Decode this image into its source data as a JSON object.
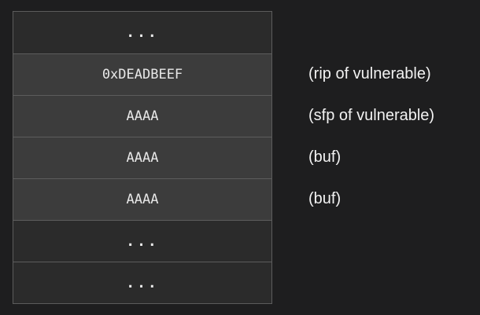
{
  "stack": {
    "cells": [
      {
        "text": "...",
        "background": "#2b2b2b",
        "dots": true
      },
      {
        "text": "0xDEADBEEF",
        "background": "#3c3c3c",
        "dots": false
      },
      {
        "text": "AAAA",
        "background": "#3c3c3c",
        "dots": false
      },
      {
        "text": "AAAA",
        "background": "#3c3c3c",
        "dots": false
      },
      {
        "text": "AAAA",
        "background": "#3c3c3c",
        "dots": false
      },
      {
        "text": "...",
        "background": "#2b2b2b",
        "dots": true
      },
      {
        "text": "...",
        "background": "#2b2b2b",
        "dots": true
      }
    ]
  },
  "labels": [
    {
      "text": "(rip of vulnerable)",
      "row": 1
    },
    {
      "text": "(sfp of vulnerable)",
      "row": 2
    },
    {
      "text": "(buf)",
      "row": 3
    },
    {
      "text": "(buf)",
      "row": 4
    }
  ],
  "colors": {
    "border": "#5c5c5c",
    "page_background": "#1e1e1f"
  }
}
